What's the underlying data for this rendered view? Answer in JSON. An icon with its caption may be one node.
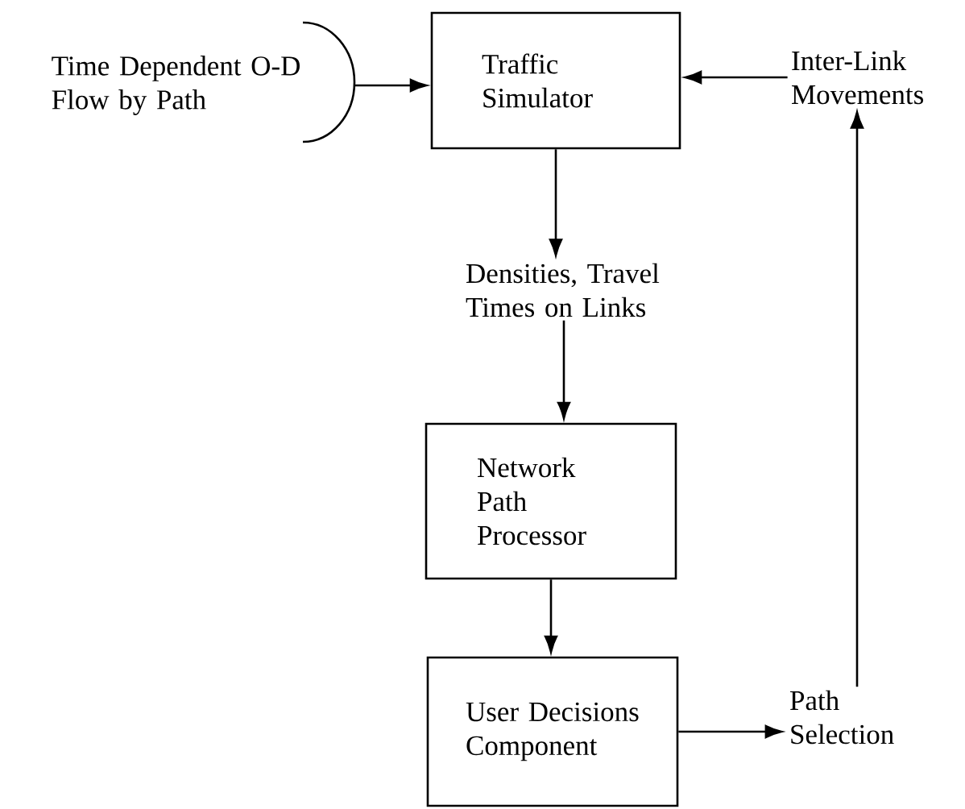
{
  "diagram": {
    "nodes": [
      {
        "text": [
          "Time Dependent O-D Flow by Path"
        ]
      },
      {
        "text": [
          "Traffic Simulator"
        ]
      },
      {
        "text": [
          "Densities, Travel Times on Links"
        ]
      },
      {
        "text": [
          "Network Path Processor"
        ]
      },
      {
        "text": [
          "User Decisions Component"
        ]
      },
      {
        "text": [
          "Path Selection"
        ]
      },
      {
        "text": [
          "Inter-Link Movements"
        ]
      }
    ],
    "edges": [
      {
        "from": 0,
        "to": 1,
        "arrow": "to"
      },
      {
        "from": 6,
        "to": 1,
        "arrow": "to"
      },
      {
        "from": 1,
        "to": 2,
        "arrow": "to"
      },
      {
        "from": 2,
        "to": 3,
        "arrow": "to"
      },
      {
        "from": 3,
        "to": 4,
        "arrow": "to"
      },
      {
        "from": 4,
        "to": 5,
        "arrow": "to"
      },
      {
        "from": 5,
        "to": 6,
        "arrow": "to"
      }
    ]
  }
}
